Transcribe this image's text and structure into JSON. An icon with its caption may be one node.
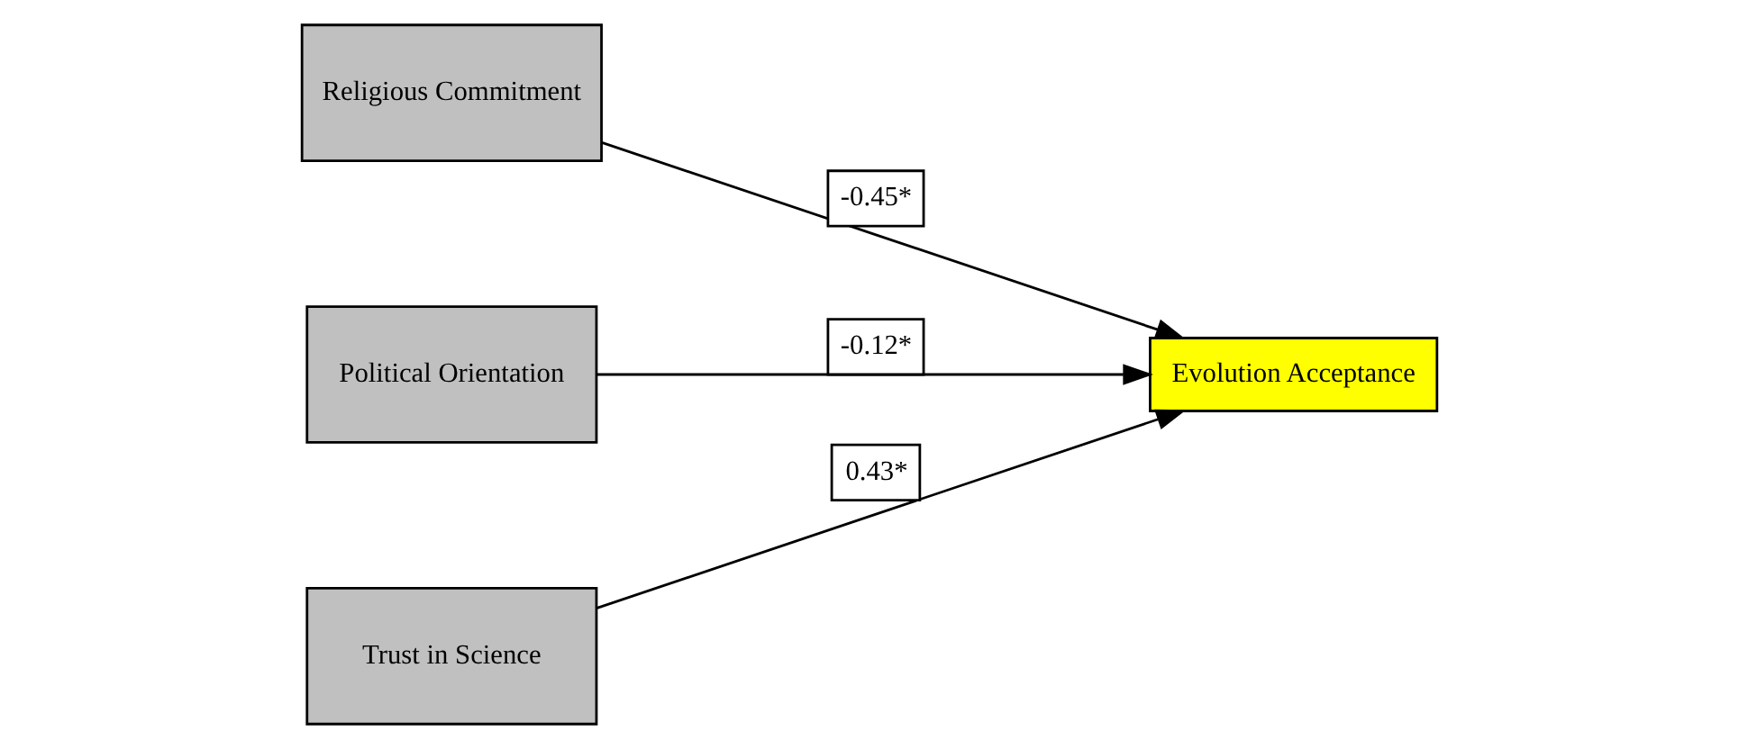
{
  "diagram": {
    "nodes": [
      {
        "text": [
          "Religious Commitment"
        ]
      },
      {
        "text": [
          "Political Orientation"
        ]
      },
      {
        "text": [
          "Trust in Science"
        ]
      },
      {
        "text": [
          "Evolution Acceptance"
        ]
      }
    ],
    "edges": [
      {
        "from": 0,
        "to": 3,
        "arrow": "to",
        "label": "-0.45*"
      },
      {
        "from": 1,
        "to": 3,
        "arrow": "to",
        "label": "-0.12*"
      },
      {
        "from": 2,
        "to": 3,
        "arrow": "to",
        "label": "0.43*"
      }
    ]
  }
}
